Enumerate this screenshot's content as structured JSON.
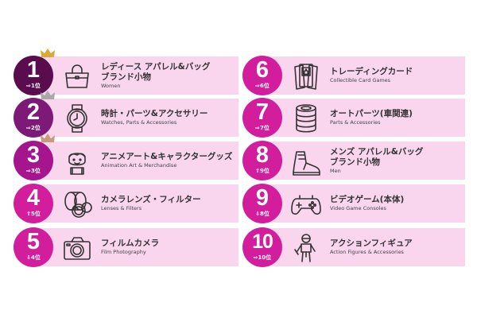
{
  "colors": {
    "card_bg": "#f9d5ee",
    "rank1": "#5b0c4f",
    "rank2": "#7d1a78",
    "rank3": "#a5168e",
    "rank_other": "#d21d9c",
    "crown_gold": "#d9a93a",
    "crown_silver": "#a8a8a8",
    "crown_bronze": "#c99a7a"
  },
  "rankings": [
    {
      "rank": "1",
      "previous": "⇨1位",
      "title_jp": "レディース アパレル&バッグ\nブランド小物",
      "title_en": "Women",
      "icon": "handbag-icon",
      "crown": "gold"
    },
    {
      "rank": "2",
      "previous": "⇨2位",
      "title_jp": "時計・パーツ&アクセサリー",
      "title_en": "Watches, Parts & Accessories",
      "icon": "watch-icon",
      "crown": "silver"
    },
    {
      "rank": "3",
      "previous": "⇨3位",
      "title_jp": "アニメアート&キャラクターグッズ",
      "title_en": "Animation Art & Merchandise",
      "icon": "character-icon",
      "crown": "bronze"
    },
    {
      "rank": "4",
      "previous": "⇧5位",
      "title_jp": "カメラレンズ・フィルター",
      "title_en": "Lenses & Filters",
      "icon": "camera-lens-icon"
    },
    {
      "rank": "5",
      "previous": "⇩4位",
      "title_jp": "フィルムカメラ",
      "title_en": "Film Photography",
      "icon": "camera-icon"
    },
    {
      "rank": "6",
      "previous": "⇨6位",
      "title_jp": "トレーディングカード",
      "title_en": "Collectible Card Games",
      "icon": "cards-icon"
    },
    {
      "rank": "7",
      "previous": "⇨7位",
      "title_jp": "オートパーツ(車関連)",
      "title_en": "Parts & Accessories",
      "icon": "tires-icon"
    },
    {
      "rank": "8",
      "previous": "⇧9位",
      "title_jp": "メンズ アパレル&バッグ\nブランド小物",
      "title_en": "Men",
      "icon": "sneaker-icon"
    },
    {
      "rank": "9",
      "previous": "⇩8位",
      "title_jp": "ビデオゲーム(本体)",
      "title_en": "Video Game Consoles",
      "icon": "gamepad-icon"
    },
    {
      "rank": "10",
      "previous": "⇨10位",
      "title_jp": "アクションフィギュア",
      "title_en": "Action Figures & Accessories",
      "icon": "robot-figure-icon"
    }
  ]
}
